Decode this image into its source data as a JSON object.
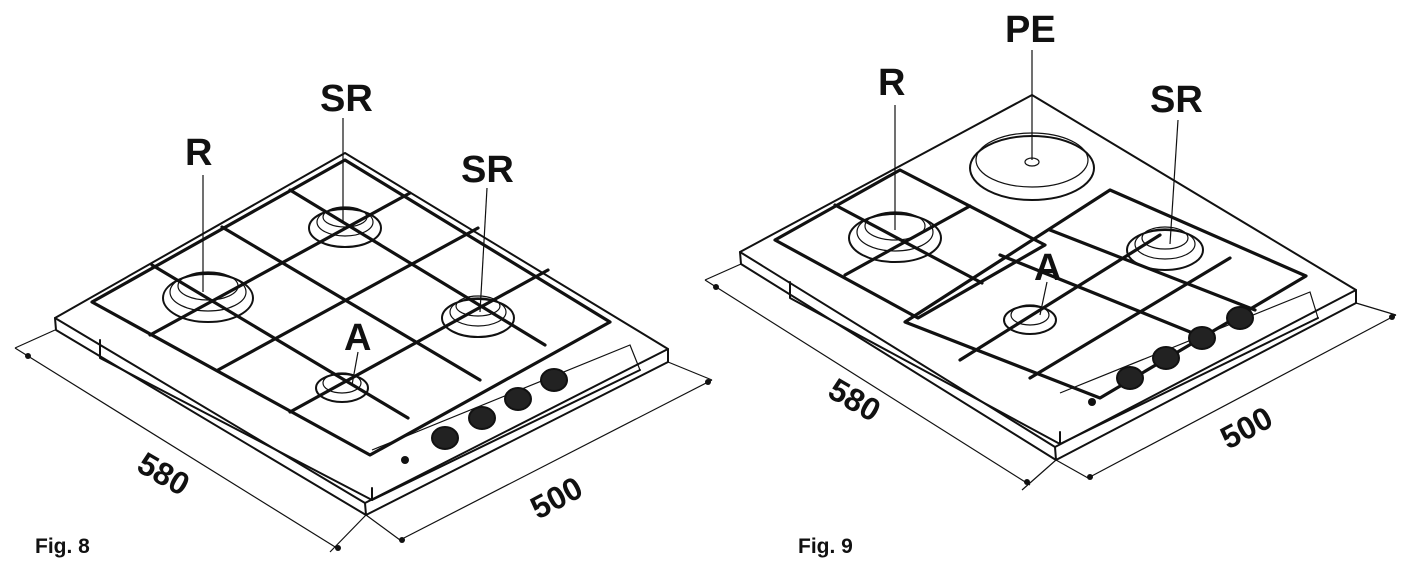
{
  "fig8": {
    "caption": "Fig. 8",
    "labels": {
      "r": "R",
      "sr_back": "SR",
      "sr_right": "SR",
      "a": "A"
    },
    "dims": {
      "depth": "580",
      "width": "500"
    }
  },
  "fig9": {
    "caption": "Fig. 9",
    "labels": {
      "r": "R",
      "pe": "PE",
      "sr": "SR",
      "a": "A"
    },
    "dims": {
      "depth": "580",
      "width": "500"
    }
  }
}
